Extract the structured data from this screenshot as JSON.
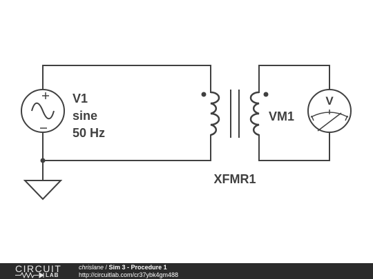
{
  "schematic": {
    "source": {
      "name": "V1",
      "waveform": "sine",
      "frequency": "50 Hz"
    },
    "transformer": {
      "name": "XFMR1"
    },
    "voltmeter": {
      "name": "VM1",
      "symbol": "V"
    },
    "colors": {
      "stroke": "#404040",
      "background": "#ffffff",
      "footer_bg": "#2b2b2b"
    },
    "icons": [
      "ac-voltage-source-icon",
      "ground-icon",
      "transformer-icon",
      "voltmeter-icon"
    ]
  },
  "footer": {
    "logo_circuit": "CIRCUIT",
    "logo_lab": "LAB",
    "author": "chrislane",
    "separator": " / ",
    "title": "Sim 3 - Procedure 1",
    "url": "http://circuitlab.com/cr37ybk4gm488"
  }
}
